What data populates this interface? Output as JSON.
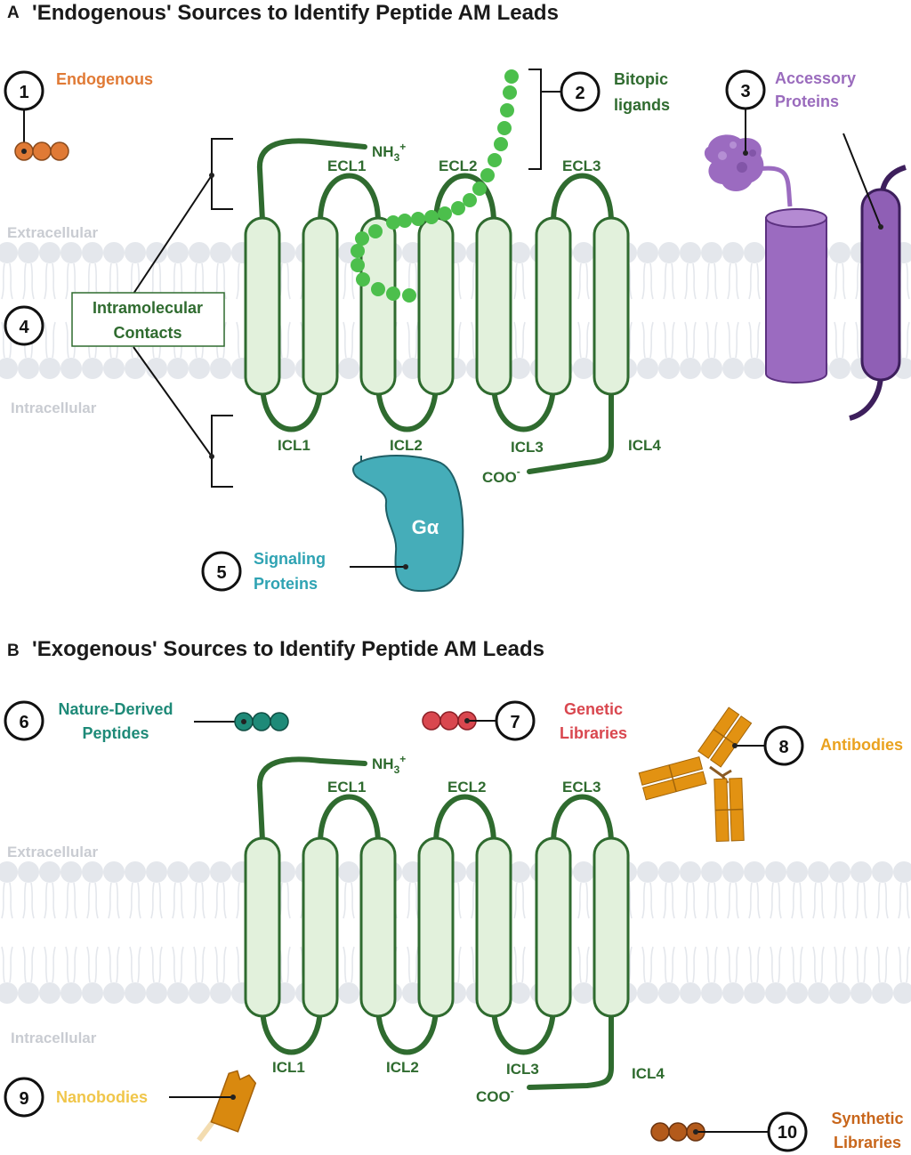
{
  "panel_a": {
    "letter": "A",
    "title": "'Endogenous' Sources to Identify Peptide AM Leads",
    "extracellular": "Extracellular",
    "intracellular": "Intracellular",
    "n_term": "NH",
    "n_term_sub": "3",
    "n_term_sup": "+",
    "c_term": "COO",
    "c_term_sup": "-",
    "ecl": [
      "ECL1",
      "ECL2",
      "ECL3"
    ],
    "icl": [
      "ICL1",
      "ICL2",
      "ICL3",
      "ICL4"
    ],
    "g_alpha": "Gα",
    "contacts_label": [
      "Intramolecular",
      "Contacts"
    ],
    "items": [
      {
        "num": "1",
        "label": [
          "Endogenous"
        ],
        "color": "#e07a35"
      },
      {
        "num": "2",
        "label": [
          "Bitopic",
          "ligands"
        ],
        "color": "#2f6b2f"
      },
      {
        "num": "3",
        "label": [
          "Accessory",
          "Proteins"
        ],
        "color": "#9a6bbd"
      },
      {
        "num": "4",
        "label": [],
        "color": "#2f6b2f"
      },
      {
        "num": "5",
        "label": [
          "Signaling",
          "Proteins"
        ],
        "color": "#2fa3b3"
      }
    ]
  },
  "panel_b": {
    "letter": "B",
    "title": "'Exogenous' Sources to Identify Peptide AM Leads",
    "extracellular": "Extracellular",
    "intracellular": "Intracellular",
    "n_term": "NH",
    "n_term_sub": "3",
    "n_term_sup": "+",
    "c_term": "COO",
    "c_term_sup": "-",
    "ecl": [
      "ECL1",
      "ECL2",
      "ECL3"
    ],
    "icl": [
      "ICL1",
      "ICL2",
      "ICL3",
      "ICL4"
    ],
    "items": [
      {
        "num": "6",
        "label": [
          "Nature-Derived",
          "Peptides"
        ],
        "color": "#1e8a78"
      },
      {
        "num": "7",
        "label": [
          "Genetic",
          "Libraries"
        ],
        "color": "#d9474f"
      },
      {
        "num": "8",
        "label": [
          "Antibodies"
        ],
        "color": "#eaa21f"
      },
      {
        "num": "9",
        "label": [
          "Nanobodies"
        ],
        "color": "#f0c64a"
      },
      {
        "num": "10",
        "label": [
          "Synthetic",
          "Libraries"
        ],
        "color": "#c8661b"
      }
    ]
  },
  "colors": {
    "receptor_stroke": "#2f6b2f",
    "helix_fill": "#e2f1dc",
    "membrane": "#e4e7ec",
    "bitopic_ligand": "#4cbf4c",
    "accessory_protein": "#9b6bc0",
    "g_protein": "#45adb9",
    "antibody": "#e29212",
    "nanobody": "#d9890f"
  }
}
